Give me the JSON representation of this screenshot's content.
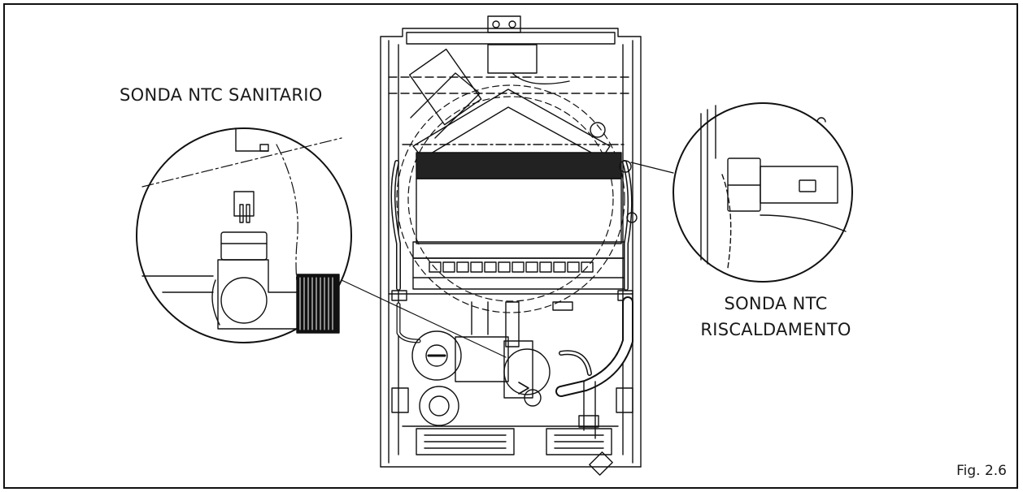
{
  "labels": {
    "ntc_sanitario": "SONDA NTC SANITARIO",
    "ntc_riscaldamento_line1": "SONDA NTC",
    "ntc_riscaldamento_line2": "RISCALDAMENTO"
  },
  "figure_number": "Fig. 2.6"
}
